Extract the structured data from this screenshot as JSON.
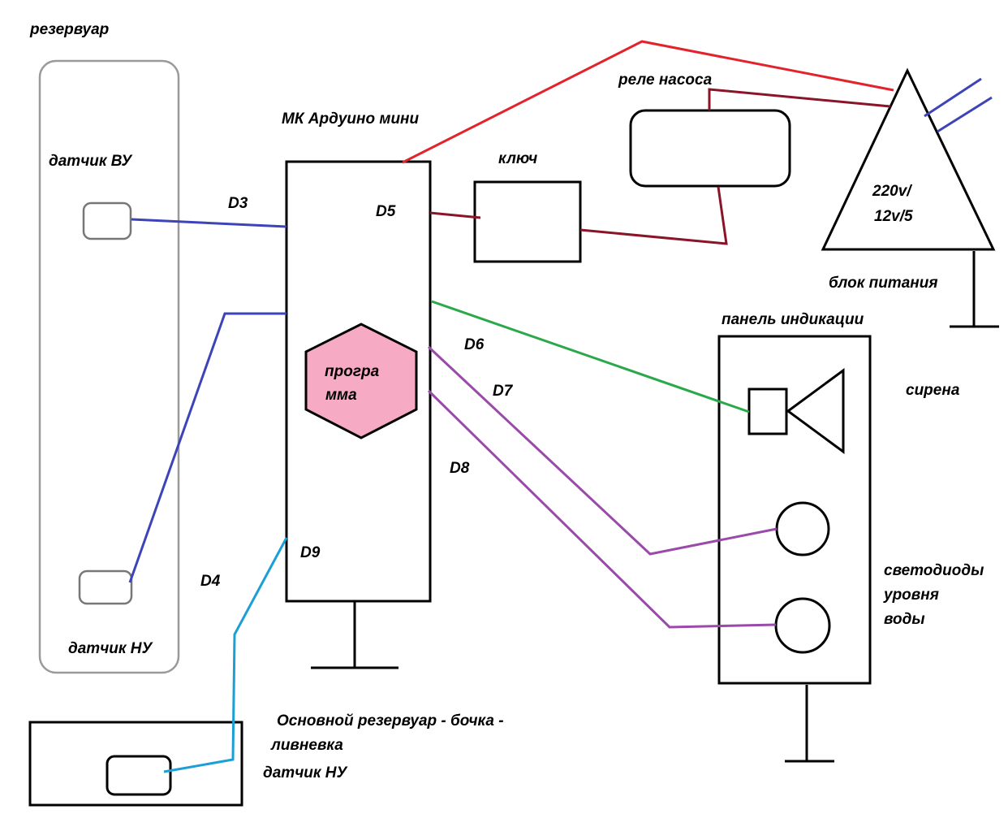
{
  "labels": {
    "reservoir": "резервуар",
    "sensor_top": "датчик ВУ",
    "sensor_bottom": "датчик НУ",
    "mcu": "МК Ардуино мини",
    "program_line1": "програ",
    "program_line2": "мма",
    "switch": "ключ",
    "pump_relay": "реле насоса",
    "psu_line1": "220v/",
    "psu_line2": "12v/5",
    "psu": "блок питания",
    "panel": "панель индикации",
    "siren": "сирена",
    "leds_line1": "светодиоды",
    "leds_line2": "уровня",
    "leds_line3": "воды",
    "main_tank_line1": "Основной резервуар - бочка -",
    "main_tank_line2": "ливневка",
    "main_tank_sensor": "датчик НУ"
  },
  "pins": {
    "d3": "D3",
    "d4": "D4",
    "d5": "D5",
    "d6": "D6",
    "d7": "D7",
    "d8": "D8",
    "d9": "D9"
  },
  "colors": {
    "sensor_wire": "#3c44b8",
    "power_wire": "#e3232c",
    "relay_wire": "#8a1428",
    "siren_wire": "#2aa84a",
    "led_wire": "#9a4aa8",
    "main_tank_wire": "#1a9fd6",
    "program_fill": "#f7aac4",
    "antenna": "#3c44b8"
  }
}
